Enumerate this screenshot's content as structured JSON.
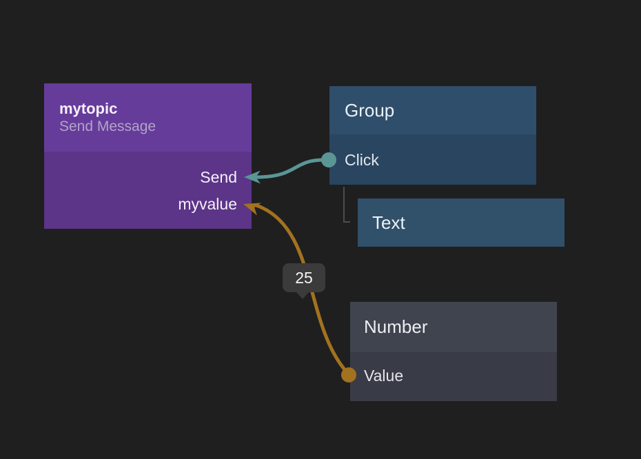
{
  "canvas": {
    "background_color": "#1f1f20"
  },
  "nodes": {
    "mytopic": {
      "title": "mytopic",
      "subtitle": "Send Message",
      "header_color": "#663c9b",
      "body_color": "#5c3488",
      "input_ports": [
        {
          "label": "Send",
          "color": "#5b9696"
        },
        {
          "label": "myvalue",
          "color": "#a3721f"
        }
      ]
    },
    "group": {
      "title": "Group",
      "header_color": "#2f4e6b",
      "body_color": "#2a4560",
      "output_ports": [
        {
          "label": "Click",
          "color": "#5b9696"
        }
      ]
    },
    "text": {
      "title": "Text",
      "body_color": "#315069"
    },
    "number": {
      "title": "Number",
      "header_color": "#40444f",
      "body_color": "#393c46",
      "output_ports": [
        {
          "label": "Value",
          "color": "#a3721f"
        }
      ]
    }
  },
  "connections": [
    {
      "from": "Group.Click",
      "to": "mytopic.Send",
      "color": "#5b9696"
    },
    {
      "from": "Number.Value",
      "to": "mytopic.myvalue",
      "color": "#a3721f",
      "value_label": "25"
    }
  ],
  "tooltip": {
    "text": "25",
    "background_color": "#3b3b3b"
  }
}
